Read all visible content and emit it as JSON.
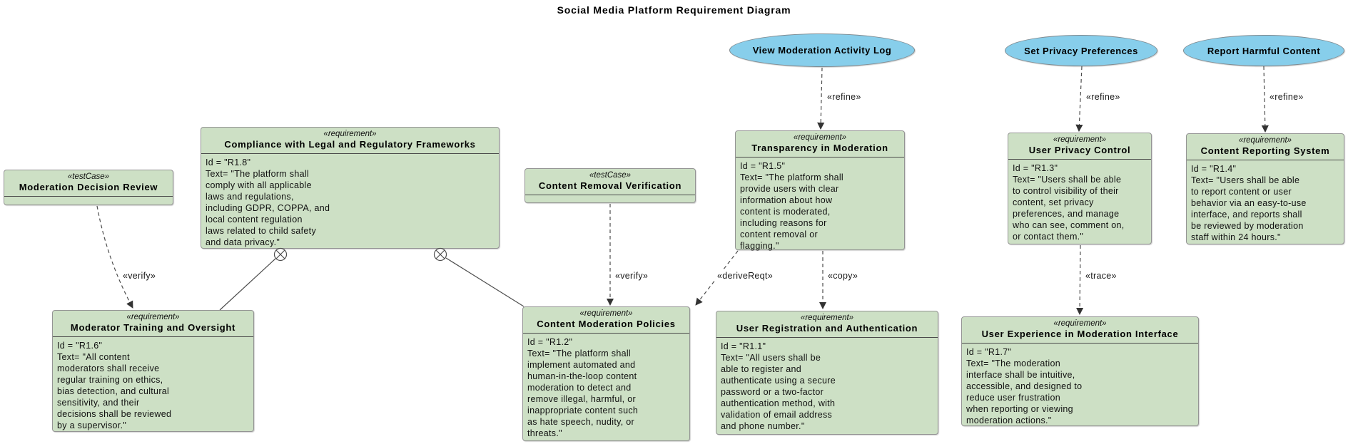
{
  "diagram": {
    "title": "Social Media Platform Requirement Diagram"
  },
  "stereotypes": {
    "requirement": "«requirement»",
    "testCase": "«testCase»"
  },
  "relations": {
    "refine": "«refine»",
    "verify": "«verify»",
    "deriveReqt": "«deriveReqt»",
    "copy": "«copy»",
    "trace": "«trace»"
  },
  "elements": {
    "view_moderation_activity_log": {
      "label": "View Moderation Activity Log"
    },
    "set_privacy_preferences": {
      "label": "Set Privacy Preferences"
    },
    "report_harmful_content": {
      "label": "Report Harmful Content"
    }
  },
  "nodes": {
    "moderation_decision_review": {
      "type": "testCase",
      "name": "Moderation Decision Review",
      "body": ""
    },
    "compliance": {
      "type": "requirement",
      "name": "Compliance with Legal and Regulatory Frameworks",
      "body": "Id =  \"R1.8\"\nText= \"The platform shall\ncomply with all applicable\nlaws and regulations,\nincluding GDPR, COPPA, and\nlocal content regulation\nlaws related to child safety\nand data privacy.\""
    },
    "content_removal_verification": {
      "type": "testCase",
      "name": "Content Removal Verification",
      "body": ""
    },
    "transparency": {
      "type": "requirement",
      "name": "Transparency in Moderation",
      "body": "Id =  \"R1.5\"\nText= \"The platform shall\nprovide users with clear\ninformation about how\ncontent is moderated,\nincluding reasons for\ncontent removal or\nflagging.\""
    },
    "user_privacy_control": {
      "type": "requirement",
      "name": "User Privacy Control",
      "body": "Id =  \"R1.3\"\nText= \"Users shall be able\nto control visibility of their\ncontent, set privacy\npreferences, and manage\nwho can see, comment on,\nor contact them.\""
    },
    "content_reporting_system": {
      "type": "requirement",
      "name": "Content Reporting System",
      "body": "Id =  \"R1.4\"\nText= \"Users shall be able\nto report content or user\nbehavior via an easy-to-use\ninterface, and reports shall\nbe reviewed by moderation\nstaff within 24 hours.\""
    },
    "moderator_training": {
      "type": "requirement",
      "name": "Moderator Training and Oversight",
      "body": "Id =  \"R1.6\"\nText= \"All content\nmoderators shall receive\nregular training on ethics,\nbias detection, and cultural\nsensitivity, and their\ndecisions shall be reviewed\nby a supervisor.\""
    },
    "content_moderation_policies": {
      "type": "requirement",
      "name": "Content Moderation Policies",
      "body": "Id =  \"R1.2\"\nText= \"The platform shall\nimplement automated and\nhuman-in-the-loop content\nmoderation to detect and\nremove illegal, harmful, or\ninappropriate content such\nas hate speech, nudity, or\nthreats.\""
    },
    "user_registration": {
      "type": "requirement",
      "name": "User Registration and Authentication",
      "body": "Id =  \"R1.1\"\nText= \"All users shall be\nable to register and\nauthenticate using a secure\npassword or a two-factor\nauthentication method, with\nvalidation of email address\nand phone number.\""
    },
    "user_experience": {
      "type": "requirement",
      "name": "User Experience in Moderation Interface",
      "body": "Id =  \"R1.7\"\nText= \"The moderation\ninterface shall be intuitive,\naccessible, and designed to\nreduce user frustration\nwhen reporting or viewing\nmoderation actions.\""
    }
  },
  "colors": {
    "node_fill": "#cde0c5",
    "node_border": "#949494",
    "ellipse_fill": "#87ceeb",
    "ellipse_border": "#7f8a90",
    "line": "#4d4d4d"
  }
}
